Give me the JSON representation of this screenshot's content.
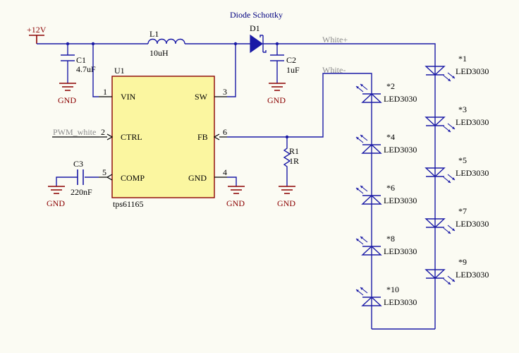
{
  "title": "Diode Schottky",
  "power": {
    "label": "+12V"
  },
  "ground_label": "GND",
  "ic": {
    "ref": "U1",
    "part": "tps61165",
    "pins": [
      {
        "num": "1",
        "name": "VIN"
      },
      {
        "num": "2",
        "name": "CTRL"
      },
      {
        "num": "5",
        "name": "COMP"
      },
      {
        "num": "3",
        "name": "SW"
      },
      {
        "num": "6",
        "name": "FB"
      },
      {
        "num": "4",
        "name": "GND"
      }
    ]
  },
  "components": {
    "C1": {
      "ref": "C1",
      "value": "4.7uF"
    },
    "C2": {
      "ref": "C2",
      "value": "1uF"
    },
    "C3": {
      "ref": "C3",
      "value": "220nF"
    },
    "L1": {
      "ref": "L1",
      "value": "10uH"
    },
    "D1": {
      "ref": "D1"
    },
    "R1": {
      "ref": "R1",
      "value": "1R"
    }
  },
  "nets": {
    "white_plus": "White+",
    "white_minus": "White-",
    "pwm": "PWM_white"
  },
  "leds": {
    "left": [
      {
        "ref": "*2",
        "value": "LED3030"
      },
      {
        "ref": "*4",
        "value": "LED3030"
      },
      {
        "ref": "*6",
        "value": "LED3030"
      },
      {
        "ref": "*8",
        "value": "LED3030"
      },
      {
        "ref": "*10",
        "value": "LED3030"
      }
    ],
    "right": [
      {
        "ref": "*1",
        "value": "LED3030"
      },
      {
        "ref": "*3",
        "value": "LED3030"
      },
      {
        "ref": "*5",
        "value": "LED3030"
      },
      {
        "ref": "*7",
        "value": "LED3030"
      },
      {
        "ref": "*9",
        "value": "LED3030"
      }
    ]
  },
  "colors": {
    "wire": "#1a1aa6",
    "power": "#8b0000",
    "ic_fill": "#fbf6a0",
    "background": "#fbfbf3"
  }
}
